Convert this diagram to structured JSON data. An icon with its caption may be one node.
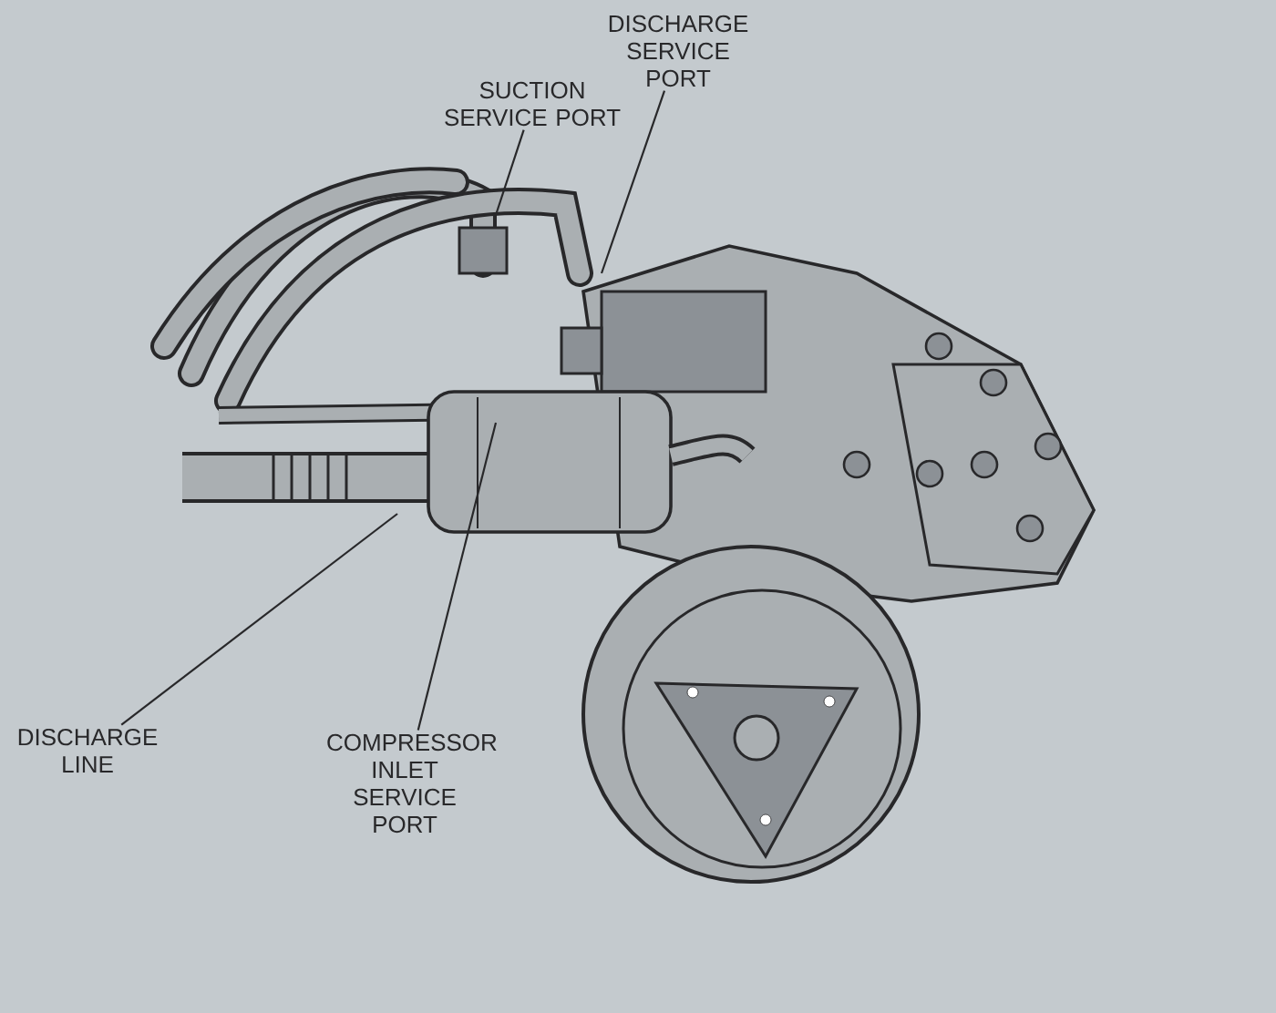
{
  "diagram": {
    "nodes": [
      {
        "text": [
          "SUCTION SERVICE PORT"
        ]
      },
      {
        "text": [
          "DISCHARGE SERVICE PORT"
        ]
      },
      {
        "text": [
          "DISCHARGE LINE"
        ]
      },
      {
        "text": [
          "COMPRESSOR INLET SERVICE PORT"
        ]
      }
    ],
    "edges": [
      {
        "from": 0,
        "to": null,
        "arrow": "none"
      },
      {
        "from": 1,
        "to": null,
        "arrow": "none"
      },
      {
        "from": 2,
        "to": null,
        "arrow": "none"
      },
      {
        "from": 3,
        "to": null,
        "arrow": "none"
      }
    ]
  }
}
